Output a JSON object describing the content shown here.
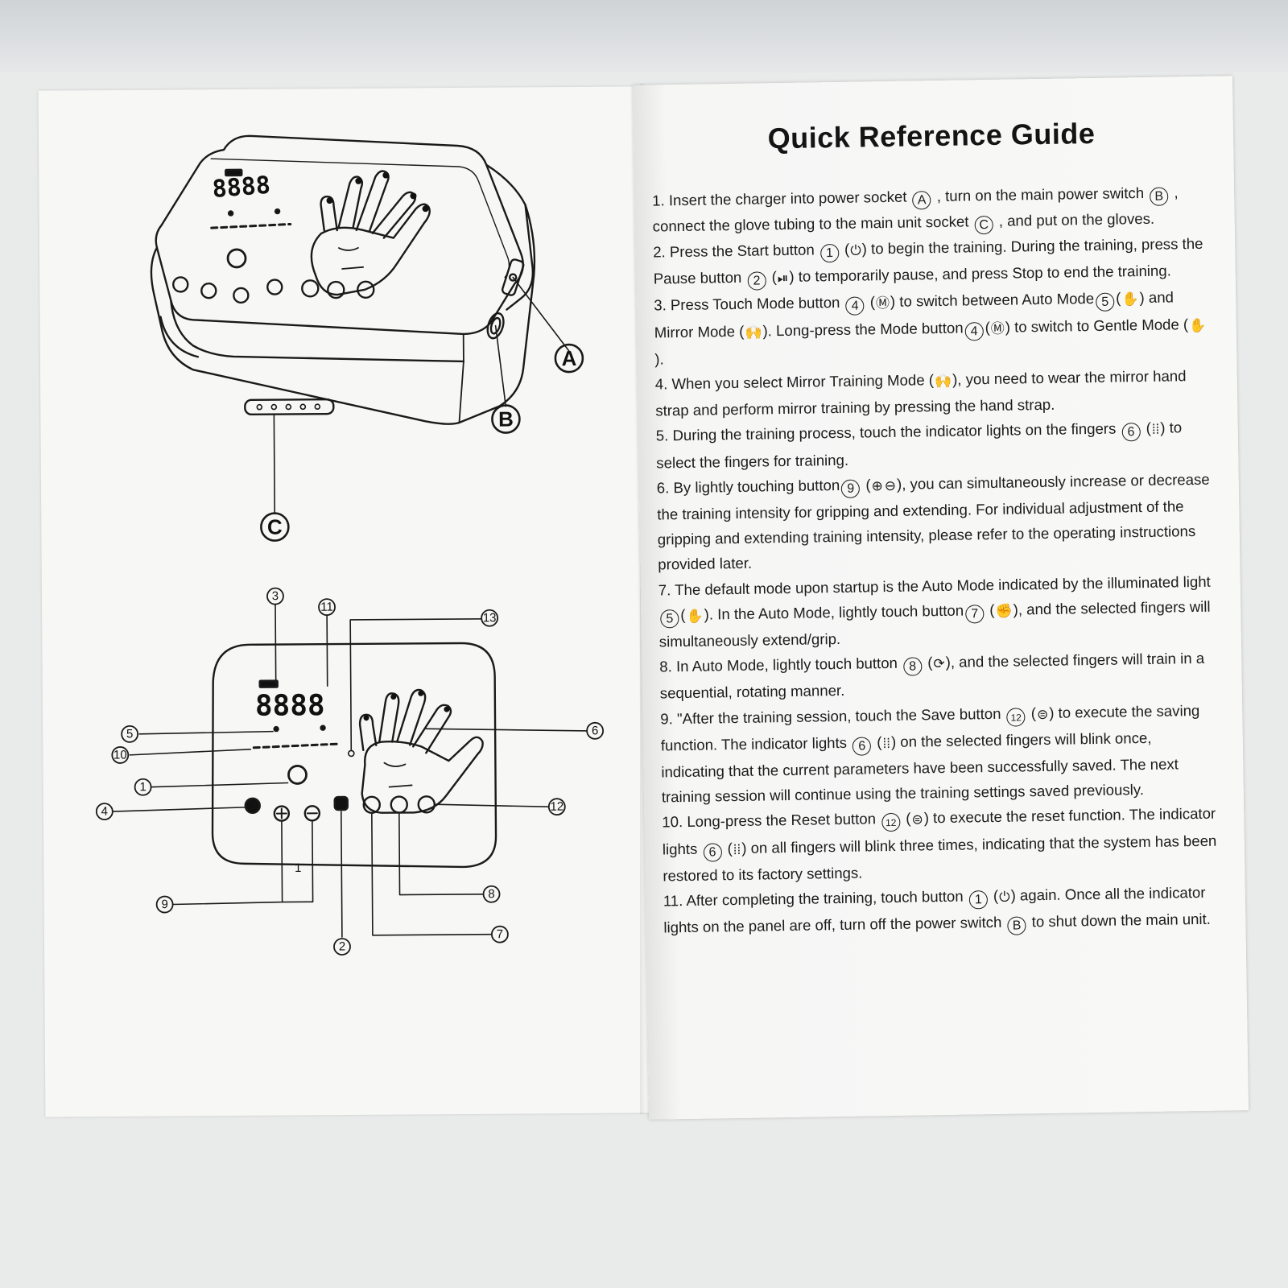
{
  "guide": {
    "title": "Quick Reference Guide",
    "steps": [
      {
        "number": "1.",
        "parts": [
          "Insert the charger into power socket ",
          {
            "circle": "A"
          },
          " , turn on the main power switch ",
          {
            "circle": "B"
          },
          " , connect the glove tubing to the main unit socket ",
          {
            "circle": "C"
          },
          " , and put on the gloves."
        ]
      },
      {
        "number": "2.",
        "parts": [
          "Press the Start button ",
          {
            "circle": "1"
          },
          " (",
          {
            "icon": "power-icon"
          },
          ") to begin the training. During the training, press the Pause button ",
          {
            "circle": "2"
          },
          " (",
          {
            "icon": "play-pause-icon"
          },
          ") to temporarily pause, and press Stop to end the training."
        ]
      },
      {
        "number": "3.",
        "parts": [
          "Press Touch Mode button ",
          {
            "circle": "4"
          },
          " (",
          {
            "icon": "mode-m-icon"
          },
          ") to switch between Auto Mode",
          {
            "circle": "5"
          },
          "(",
          {
            "icon": "single-hand-icon"
          },
          ") and Mirror Mode (",
          {
            "icon": "two-hands-icon"
          },
          "). Long-press the Mode button",
          {
            "circle": "4"
          },
          "(",
          {
            "icon": "mode-m-icon"
          },
          ") to switch to  Gentle  Mode (",
          {
            "icon": "gentle-hand-icon"
          },
          ")."
        ]
      },
      {
        "number": "4.",
        "parts": [
          "When you select Mirror Training Mode (",
          {
            "icon": "two-hands-icon"
          },
          "), you need to wear the mirror hand strap and perform mirror training by pressing the hand strap."
        ]
      },
      {
        "number": "5.",
        "parts": [
          "During the training process, touch the indicator lights on the fingers ",
          {
            "circle": "6"
          },
          " (",
          {
            "icon": "finger-lights-icon"
          },
          ") to select the fingers for training."
        ]
      },
      {
        "number": "6.",
        "parts": [
          "By lightly touching button",
          {
            "circle": "9"
          },
          " (",
          {
            "icon": "plus-icon"
          },
          {
            "icon": "minus-icon"
          },
          "), you can simultaneously increase or decrease the training intensity for gripping and extending. For individual adjustment of the gripping and extending training intensity, please refer to the operating instructions provided later."
        ]
      },
      {
        "number": "7.",
        "parts": [
          "The default mode upon startup is the Auto Mode indicated by the illuminated light ",
          {
            "circle": "5"
          },
          "(",
          {
            "icon": "single-hand-icon"
          },
          "). In the Auto Mode, lightly touch button",
          {
            "circle": "7"
          },
          " (",
          {
            "icon": "grip-hand-icon"
          },
          "), and the selected fingers will simultaneously extend/grip."
        ]
      },
      {
        "number": "8.",
        "parts": [
          "In Auto Mode, lightly touch button ",
          {
            "circle": "8"
          },
          " (",
          {
            "icon": "rotate-hand-icon"
          },
          "), and the selected fingers will train in a sequential, rotating manner."
        ]
      },
      {
        "number": "9.",
        "parts": [
          "\"After the training session, touch the Save button ",
          {
            "circle": "12"
          },
          " (",
          {
            "icon": "save-icon"
          },
          ") to execute the saving function. The indicator lights ",
          {
            "circle": "6"
          },
          " (",
          {
            "icon": "finger-lights-icon"
          },
          ") on the selected fingers will blink once, indicating that the current parameters have been successfully saved. The next training session will continue using the training settings saved previously."
        ]
      },
      {
        "number": "10.",
        "parts": [
          "Long-press the Reset button ",
          {
            "circle": "12"
          },
          " (",
          {
            "icon": "save-icon"
          },
          ") to execute the reset function. The indicator lights ",
          {
            "circle": "6"
          },
          " (",
          {
            "icon": "finger-lights-icon"
          },
          ") on all fingers will blink three times, indicating that the system has been restored to its factory settings."
        ]
      },
      {
        "number": "11.",
        "parts": [
          "After completing the training, touch button ",
          {
            "circle": "1"
          },
          " (",
          {
            "icon": "power-icon"
          },
          ") again. Once all the indicator lights on the panel are off, turn off the power switch ",
          {
            "circle": "B"
          },
          "  to shut down the main unit."
        ]
      }
    ]
  },
  "icons": {
    "power-icon": "⏻",
    "play-pause-icon": "⏯",
    "mode-m-icon": "Ⓜ",
    "single-hand-icon": "✋",
    "two-hands-icon": "🙌",
    "gentle-hand-icon": "✋",
    "finger-lights-icon": "⁞⁞",
    "plus-icon": "⊕",
    "minus-icon": "⊖",
    "grip-hand-icon": "✊",
    "rotate-hand-icon": "⟳",
    "save-icon": "⊜"
  },
  "diagram_top": {
    "display": "8888",
    "callouts": [
      "A",
      "B",
      "C"
    ]
  },
  "diagram_bottom": {
    "display": "8888",
    "callouts": [
      "1",
      "2",
      "3",
      "4",
      "5",
      "6",
      "7",
      "8",
      "9",
      "10",
      "11",
      "12",
      "13"
    ]
  }
}
